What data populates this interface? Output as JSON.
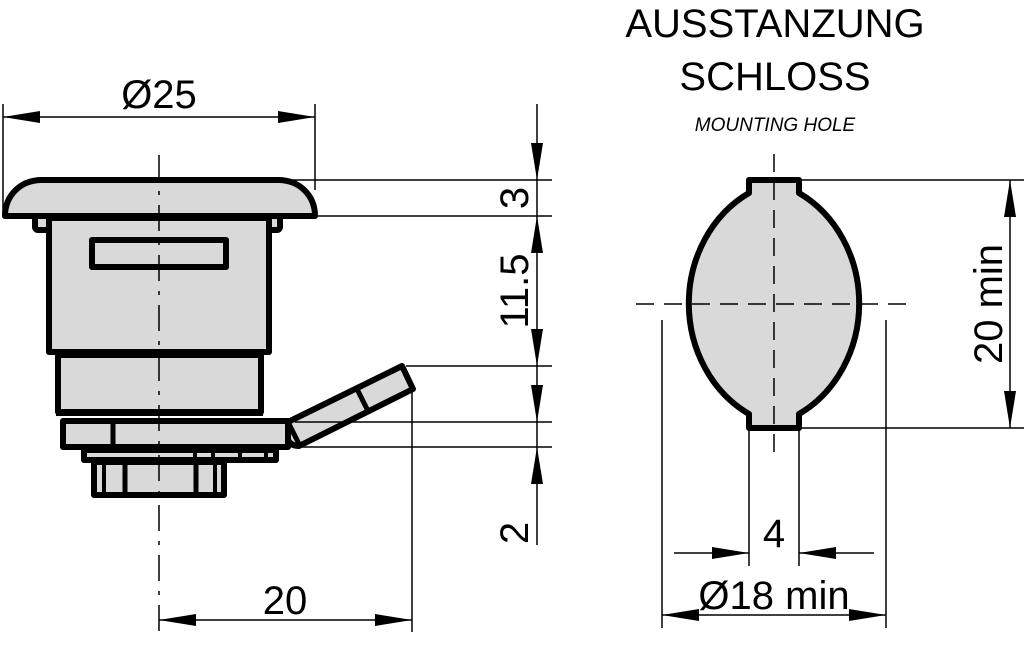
{
  "title": {
    "line1": "AUSSTANZUNG",
    "line2": "SCHLOSS",
    "subtitle": "MOUNTING HOLE"
  },
  "side_view": {
    "dimensions": {
      "head_diameter": "Ø25",
      "head_height": "3",
      "body_height": "11.5",
      "panel_thickness": "2",
      "cam_reach": "20"
    }
  },
  "mounting_hole": {
    "dimensions": {
      "height": "20 min",
      "key_width": "4",
      "diameter": "Ø18 min"
    }
  },
  "colors": {
    "part_fill": "#d9d9d9",
    "outline": "#000000",
    "background": "#ffffff"
  }
}
